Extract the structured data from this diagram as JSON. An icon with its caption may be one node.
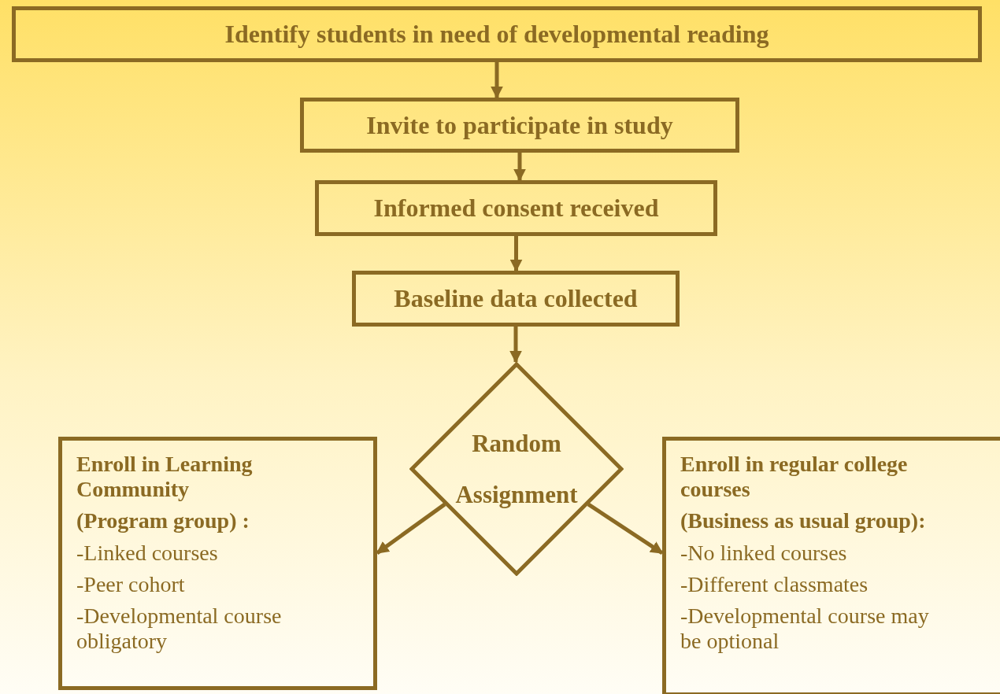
{
  "diagram": {
    "nodes": [
      {
        "text": [
          "Identify students in need of developmental reading"
        ]
      },
      {
        "text": [
          "Invite to participate in study"
        ]
      },
      {
        "text": [
          "Informed consent received"
        ]
      },
      {
        "text": [
          "Baseline data collected"
        ]
      },
      {
        "text": [
          "Random Assignment"
        ]
      },
      {
        "text": [
          "Enroll in Learning Community",
          "(Program group) :",
          "-Linked courses",
          "-Peer cohort",
          "-Developmental course obligatory"
        ]
      },
      {
        "text": [
          "Enroll in regular college courses",
          "(Business as usual group):",
          "-No linked courses",
          "-Different classmates",
          "-Developmental course may be optional"
        ]
      }
    ],
    "edges": [
      {
        "from": 0,
        "to": 1,
        "arrow": "to"
      },
      {
        "from": 1,
        "to": 2,
        "arrow": "to"
      },
      {
        "from": 2,
        "to": 3,
        "arrow": "to"
      },
      {
        "from": 3,
        "to": 4,
        "arrow": "to"
      },
      {
        "from": 4,
        "to": 5,
        "arrow": "to"
      },
      {
        "from": 4,
        "to": 6,
        "arrow": "to"
      }
    ]
  }
}
